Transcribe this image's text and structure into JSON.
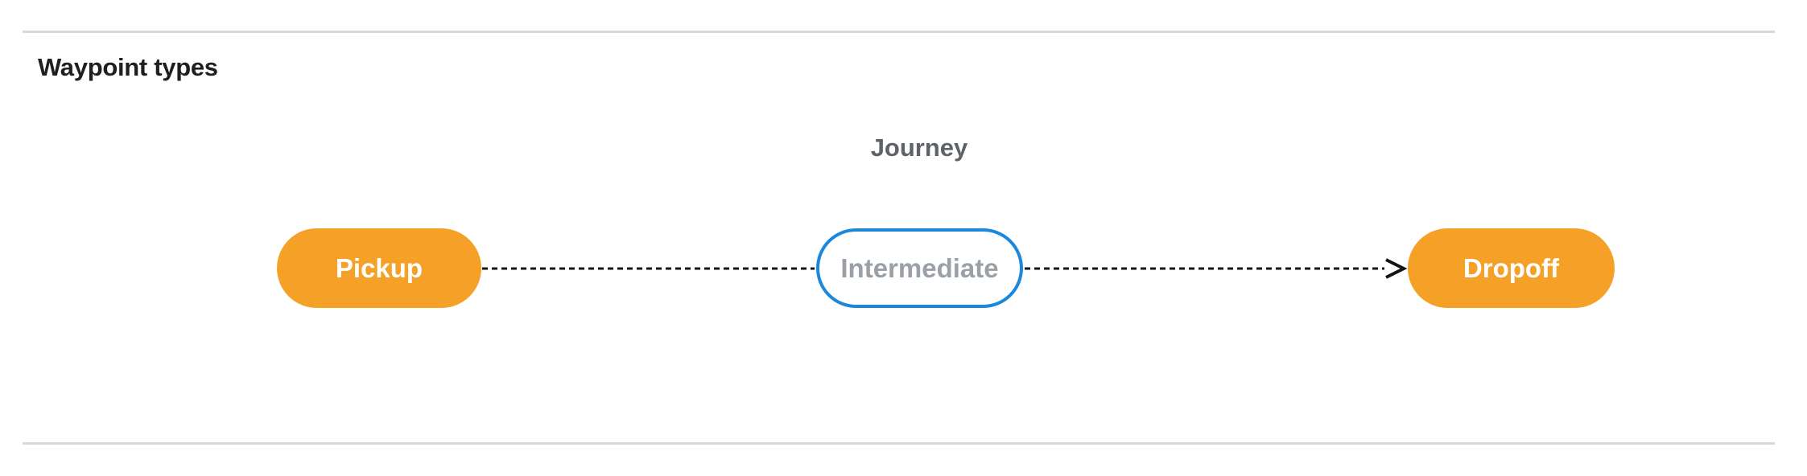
{
  "page": {
    "section_title": "Waypoint types",
    "diagram_title": "Journey"
  },
  "diagram": {
    "type": "flowchart",
    "direction": "left-to-right",
    "nodes": [
      {
        "id": "pickup",
        "label": "Pickup",
        "shape": "pill",
        "style": "filled-orange"
      },
      {
        "id": "intermediate",
        "label": "Intermediate",
        "shape": "pill",
        "style": "outlined-blue"
      },
      {
        "id": "dropoff",
        "label": "Dropoff",
        "shape": "pill",
        "style": "filled-orange"
      }
    ],
    "edges": [
      {
        "from": "pickup",
        "to": "intermediate",
        "line": "dashed",
        "arrowhead": false
      },
      {
        "from": "intermediate",
        "to": "dropoff",
        "line": "dashed",
        "arrowhead": true
      }
    ]
  },
  "colors": {
    "background": "#FFFFFF",
    "node_fill_orange": "#F5A128",
    "node_border_blue": "#1C88DC",
    "node_text_white": "#FFFFFF",
    "node_text_gray": "#9AA0A6",
    "diagram_title_gray": "#5F6368",
    "heading_text": "#1F1F1F",
    "connector_black": "#141414",
    "divider_gray": "#D9D9D9"
  }
}
